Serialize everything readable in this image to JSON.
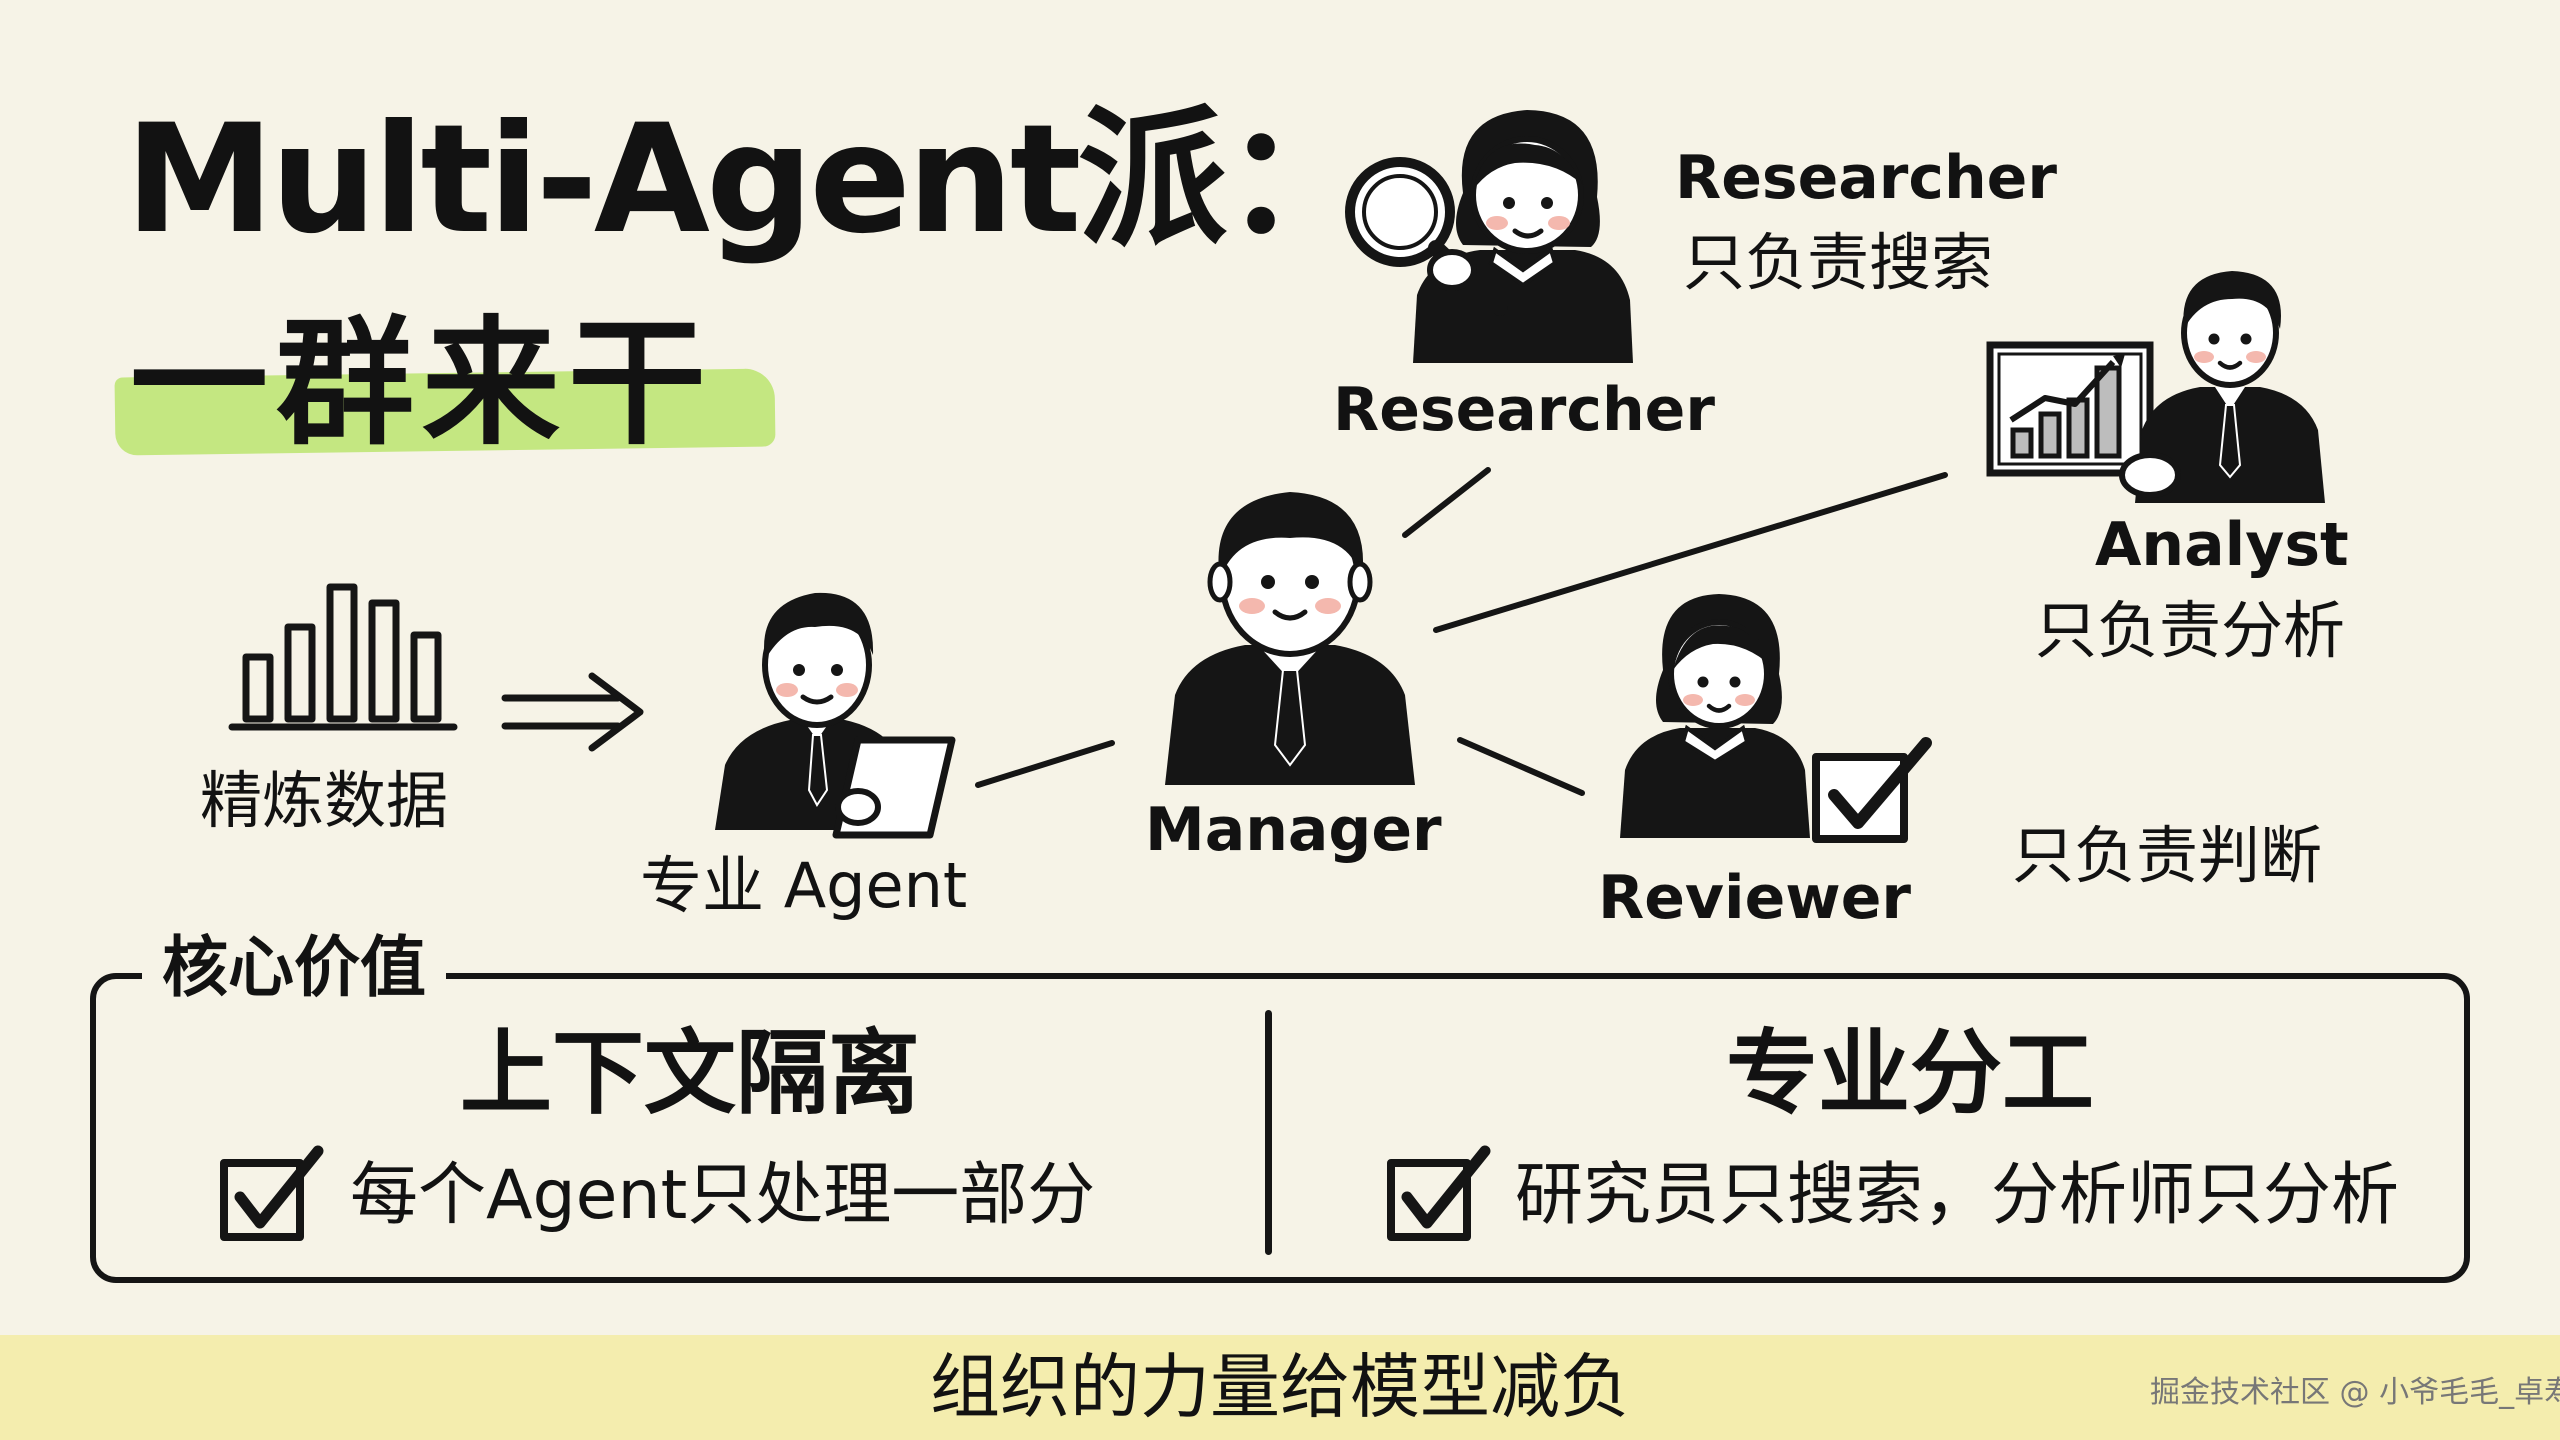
{
  "title": {
    "line1": "Multi-Agent派：",
    "line2": "一群来干"
  },
  "nodes": {
    "data": {
      "label": "精炼数据"
    },
    "specialist": {
      "label": "专业 Agent"
    },
    "manager": {
      "label": "Manager"
    },
    "researcher": {
      "label": "Researcher",
      "callout_name": "Researcher",
      "callout_desc": "只负责搜索"
    },
    "analyst": {
      "label": "Analyst",
      "desc": "只负责分析"
    },
    "reviewer": {
      "label": "Reviewer",
      "desc": "只负责判断"
    }
  },
  "core_value": {
    "heading": "核心价值",
    "left": {
      "title": "上下文隔离",
      "desc": "每个Agent只处理一部分"
    },
    "right": {
      "title": "专业分工",
      "desc": "研究员只搜索，分析师只分析"
    }
  },
  "banner": {
    "text": "组织的力量给模型减负"
  },
  "credit": "掘金技术社区 @ 小爷毛毛_卓寿杰",
  "colors": {
    "background": "#f6f3e7",
    "highlight": "#c4e781",
    "banner": "#f4edae",
    "ink": "#121212",
    "cheek": "#f4b8ae"
  },
  "icons": [
    "bar-chart-icon",
    "double-arrow-icon",
    "tablet-icon",
    "magnifier-icon",
    "chart-board-icon",
    "checkbox-icon"
  ]
}
